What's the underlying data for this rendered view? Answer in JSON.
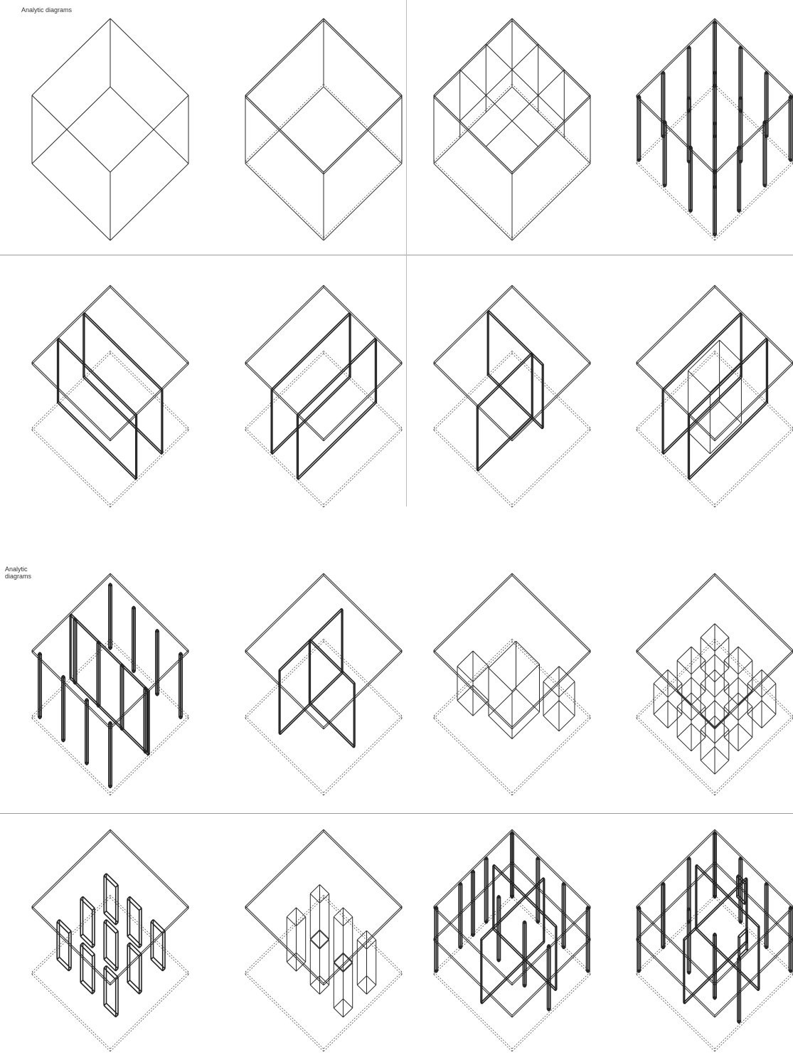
{
  "page": {
    "label_top": "Analytic diagrams",
    "label_bottom": "Analytic\ndiagrams"
  },
  "diagrams": [
    {
      "id": "box-outline"
    },
    {
      "id": "box-slabs"
    },
    {
      "id": "box-nine-grid-walls"
    },
    {
      "id": "box-sixteen-columns"
    },
    {
      "id": "box-parallel-walls-x"
    },
    {
      "id": "box-parallel-walls-y"
    },
    {
      "id": "box-shifted-walls"
    },
    {
      "id": "box-central-volume"
    },
    {
      "id": "box-columns-walls"
    },
    {
      "id": "box-l-walls"
    },
    {
      "id": "box-volumes"
    },
    {
      "id": "box-small-volumes"
    },
    {
      "id": "box-panels"
    },
    {
      "id": "box-frames"
    },
    {
      "id": "box-full-structure"
    },
    {
      "id": "box-full-structure-openings"
    }
  ]
}
